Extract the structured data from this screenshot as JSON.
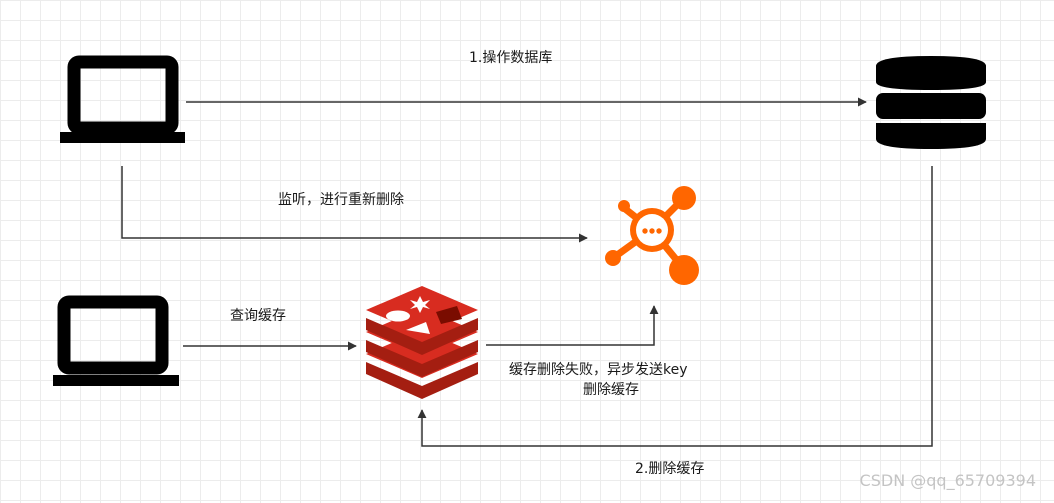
{
  "edges": {
    "op_db": "1.操作数据库",
    "listen_delete": "监听，进行重新删除",
    "query_cache": "查询缓存",
    "fail_line1": "缓存删除失败，异步发送key",
    "fail_line2": "删除缓存",
    "delete_cache": "2.删除缓存"
  },
  "watermark": "CSDN @qq_65709394",
  "icons": {
    "client_top": "laptop-icon",
    "client_bottom": "laptop-icon",
    "database": "database-icon",
    "queue": "message-queue-icon",
    "cache": "redis-icon"
  },
  "colors": {
    "line": "#333333",
    "queue": "#ff6600",
    "redis_light": "#d82c20",
    "redis_dark": "#a41e11"
  }
}
